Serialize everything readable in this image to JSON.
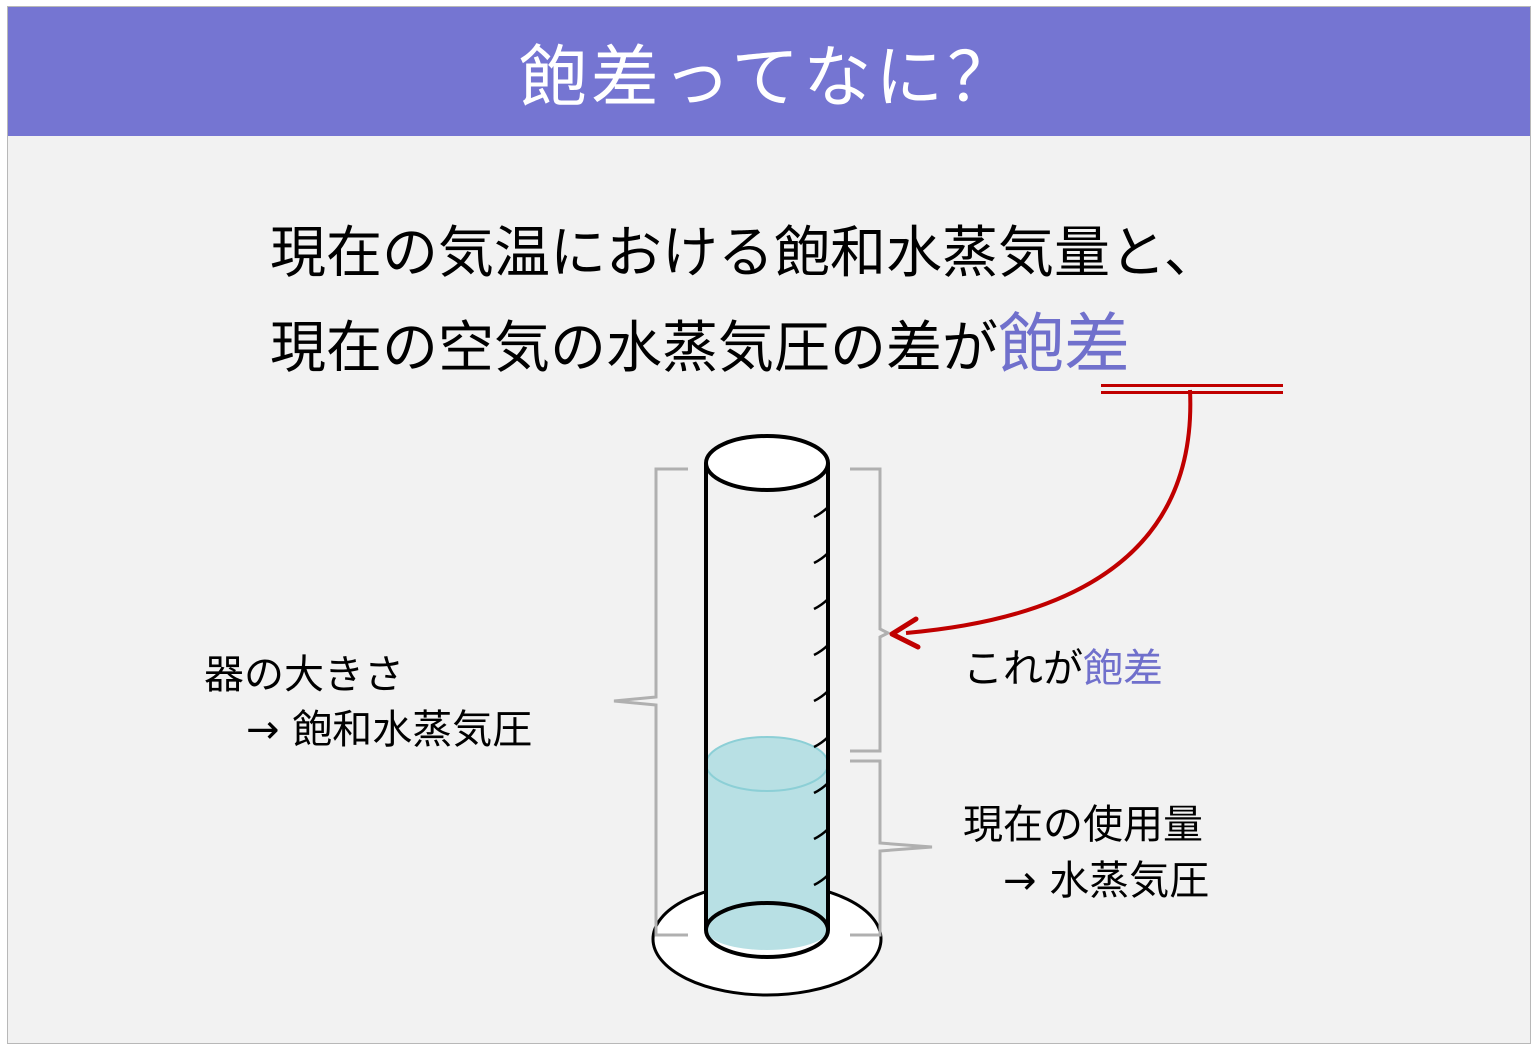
{
  "title": "飽差ってなに？",
  "headline": {
    "line1": "現在の気温における飽和水蒸気量と、",
    "line2_prefix": "現在の空気の水蒸気圧の差が",
    "line2_accent": "飽差"
  },
  "labels": {
    "container_size": "器の大きさ",
    "saturation_vapor_pressure": "→ 飽和水蒸気圧",
    "this_is": "これが",
    "this_is_accent": "飽差",
    "current_usage": "現在の使用量",
    "vapor_pressure": "→ 水蒸気圧"
  },
  "colors": {
    "title_bar": "#7575d2",
    "accent_text": "#7070cc",
    "arrow": "#c00000",
    "water": "#b8e0e4",
    "bracket": "#b0b0b0"
  }
}
